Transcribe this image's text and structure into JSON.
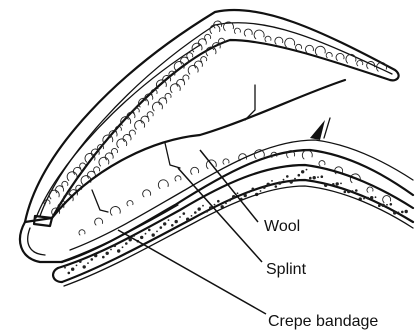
{
  "labels": {
    "wool": "Wool",
    "splint": "Splint",
    "crepe_bandage": "Crepe bandage"
  },
  "colors": {
    "ink": "#111111",
    "background": "#ffffff"
  }
}
